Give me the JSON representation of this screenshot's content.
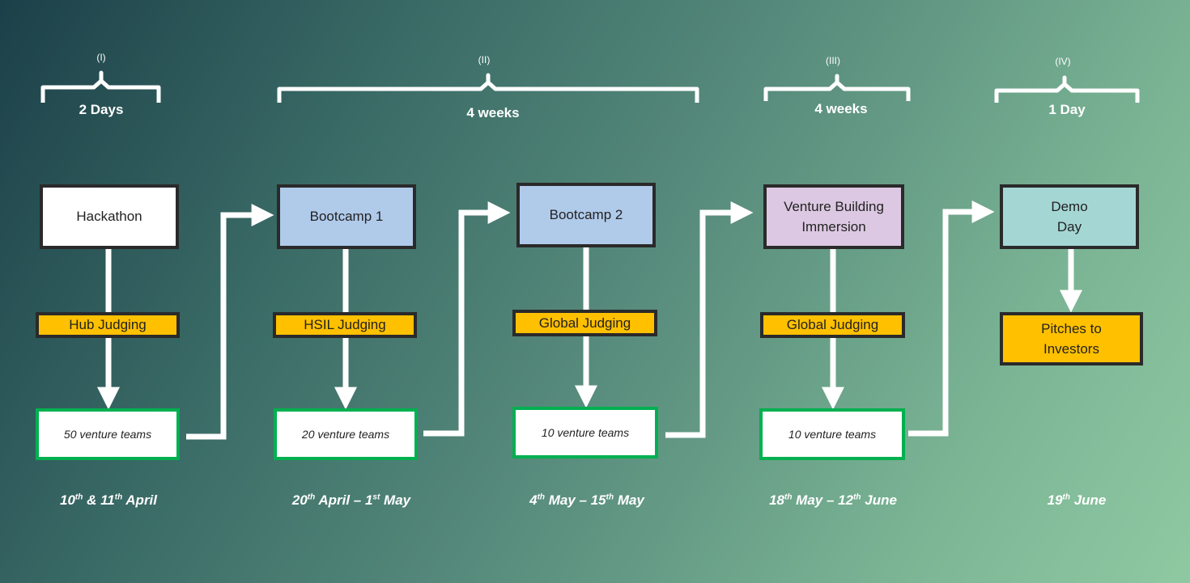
{
  "phases": [
    {
      "roman": "(I)",
      "duration": "2 Days"
    },
    {
      "roman": "(II)",
      "duration": "4 weeks"
    },
    {
      "roman": "(III)",
      "duration": "4 weeks"
    },
    {
      "roman": "(IV)",
      "duration": "1 Day"
    }
  ],
  "stages": [
    {
      "label": "Hackathon",
      "judging": "Hub Judging",
      "teams": "50 venture teams",
      "date": {
        "a": "10",
        "a_sup": "th",
        "b": " & 11",
        "b_sup": "th",
        "c": " April"
      }
    },
    {
      "label": "Bootcamp 1",
      "judging": "HSIL Judging",
      "teams": "20 venture teams",
      "date": {
        "a": "20",
        "a_sup": "th",
        "b": " April – 1",
        "b_sup": "st",
        "c": " May"
      }
    },
    {
      "label": "Bootcamp 2",
      "judging": "Global Judging",
      "teams": "10 venture teams",
      "date": {
        "a": "4",
        "a_sup": "th",
        "b": " May – 15",
        "b_sup": "th",
        "c": " May"
      }
    },
    {
      "label": "Venture Building\nImmersion",
      "judging": "Global Judging",
      "teams": "10 venture teams",
      "date": {
        "a": "18",
        "a_sup": "th",
        "b": " May – 12",
        "b_sup": "th",
        "c": " June"
      }
    },
    {
      "label": "Demo\nDay",
      "outcome": "Pitches to\nInvestors",
      "date": {
        "a": "19",
        "a_sup": "th",
        "b": " June",
        "b_sup": "",
        "c": ""
      }
    }
  ],
  "colors": {
    "judging_fill": "#ffc000",
    "teams_border": "#00b050",
    "bootcamp_fill": "#b0caea",
    "immersion_fill": "#dcc8e2",
    "demo_fill": "#a4d6d4",
    "arrow": "#ffffff"
  }
}
